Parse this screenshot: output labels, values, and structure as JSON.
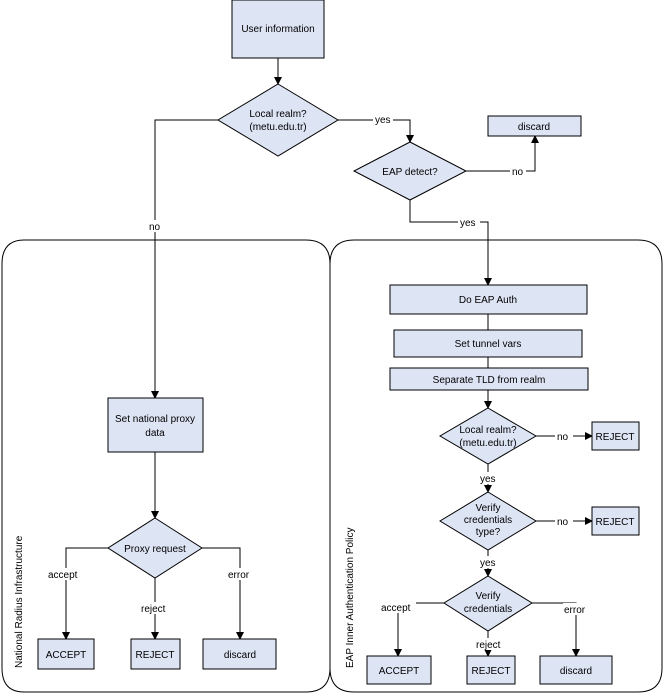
{
  "panels": {
    "left_title": "National Radius Infrastructure",
    "right_title": "EAP Inner Authentication Policy"
  },
  "nodes": {
    "user_info": "User information",
    "local_realm_top": [
      "Local realm?",
      "(metu.edu.tr)"
    ],
    "discard_top": "discard",
    "eap_detect": "EAP detect?",
    "do_eap_auth": "Do EAP Auth",
    "set_tunnel_vars": "Set tunnel vars",
    "separate_tld": "Separate TLD from realm",
    "local_realm_inner": [
      "Local realm?",
      "(metu.edu.tr)"
    ],
    "reject_inner_1": "REJECT",
    "verify_cred_type": [
      "Verify",
      "credentials",
      "type?"
    ],
    "reject_inner_2": "REJECT",
    "verify_credentials": [
      "Verify",
      "credentials"
    ],
    "accept_right": "ACCEPT",
    "reject_right": "REJECT",
    "discard_right": "discard",
    "set_national_proxy": [
      "Set national proxy",
      "data"
    ],
    "proxy_request": "Proxy request",
    "accept_left": "ACCEPT",
    "reject_left": "REJECT",
    "discard_left": "discard"
  },
  "edge_labels": {
    "yes_local": "yes",
    "no_local": "no",
    "no_eap": "no",
    "yes_eap": "yes",
    "no_inner_1": "no",
    "yes_inner_1": "yes",
    "no_inner_2": "no",
    "yes_inner_2": "yes",
    "accept_r": "accept",
    "reject_r": "reject",
    "error_r": "error",
    "accept_l": "accept",
    "reject_l": "reject",
    "error_l": "error"
  }
}
